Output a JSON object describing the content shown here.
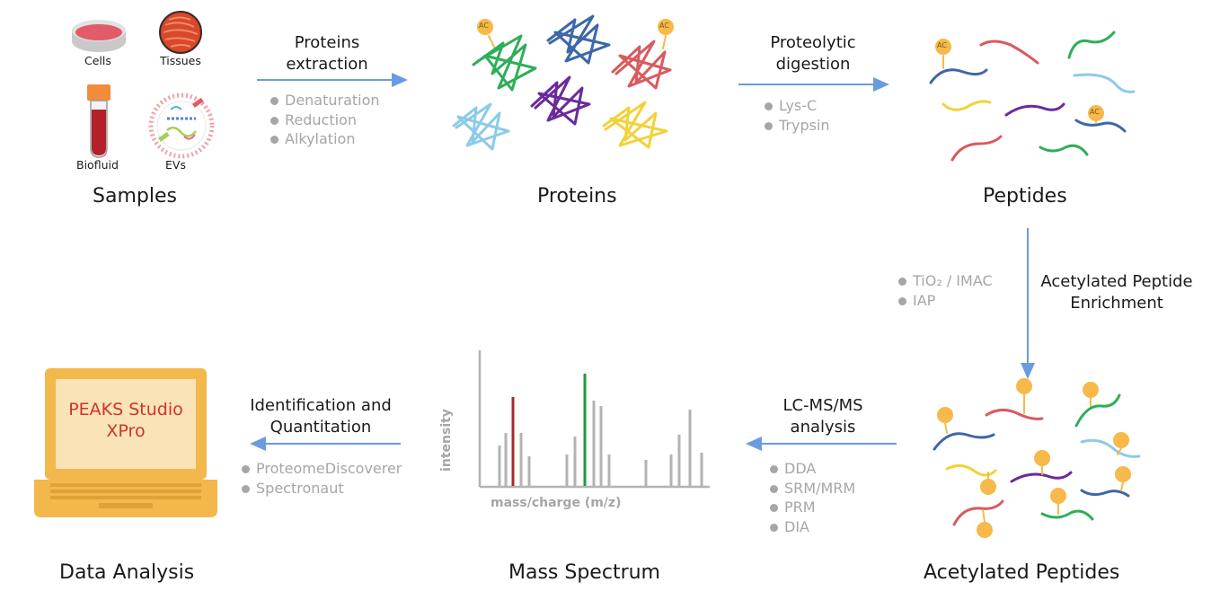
{
  "samples": {
    "title": "Samples",
    "items": [
      "Cells",
      "Tissues",
      "Biofluid",
      "EVs"
    ]
  },
  "proteins": {
    "title": "Proteins"
  },
  "peptides": {
    "title": "Peptides"
  },
  "acetylated_peptides": {
    "title": "Acetylated Peptides"
  },
  "mass_spectrum": {
    "title": "Mass Spectrum",
    "y_label": "intensity",
    "x_label": "mass/charge (m/z)",
    "bar_gray": "#b3b3b3",
    "bar_red": "#a32b2b",
    "bar_green": "#1e9a3c"
  },
  "data_analysis": {
    "title": "Data Analysis",
    "screen_line1": "PEAKS Studio",
    "screen_line2": "XPro",
    "laptop_color": "#f2b84b",
    "screen_color": "#fbe3b8"
  },
  "steps": {
    "extraction": {
      "title_line1": "Proteins",
      "title_line2": "extraction",
      "bullets": [
        "Denaturation",
        "Reduction",
        "Alkylation"
      ]
    },
    "digestion": {
      "title_line1": "Proteolytic",
      "title_line2": "digestion",
      "bullets": [
        "Lys-C",
        "Trypsin"
      ]
    },
    "enrichment": {
      "title_line1": "Acetylated Peptide",
      "title_line2": "Enrichment",
      "bullets": [
        "TiO₂ / IMAC",
        "IAP"
      ]
    },
    "lcms": {
      "title_line1": "LC-MS/MS",
      "title_line2": "analysis",
      "bullets": [
        "DDA",
        "SRM/MRM",
        "PRM",
        "DIA"
      ]
    },
    "identification": {
      "title_line1": "Identification and",
      "title_line2": "Quantitation",
      "bullets": [
        "ProteomeDiscoverer",
        "Spectronaut"
      ]
    }
  },
  "ac_label": "AC",
  "colors": {
    "arrow": "#6a9be0",
    "ac_badge": "#f6b94a",
    "green": "#2fae5a",
    "blue": "#3d67a8",
    "red": "#d95a5f",
    "light_blue": "#8ccbe8",
    "purple": "#6a2a9c",
    "yellow": "#f2d23a"
  }
}
